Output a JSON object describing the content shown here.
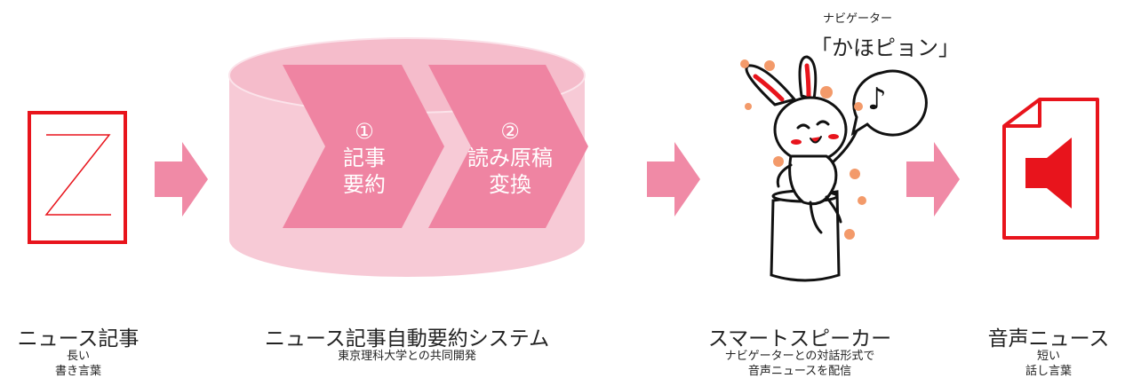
{
  "colors": {
    "accent_red": "#e8141c",
    "arrow_pink": "#f08aa6",
    "chevron_pink": "#ef84a2",
    "cylinder_fill": "#f7cad6",
    "cylinder_top": "#f5bccb"
  },
  "steps": [
    {
      "number": "①",
      "line1": "記事",
      "line2": "要約"
    },
    {
      "number": "②",
      "line1": "読み原稿",
      "line2": "変換"
    }
  ],
  "navigator": {
    "label": "ナビゲーター",
    "name": "「かほピョン」",
    "note": "♪"
  },
  "captions": {
    "article": {
      "title": "ニュース記事",
      "line1": "長い",
      "line2": "書き言葉"
    },
    "system": {
      "title": "ニュース記事自動要約システム",
      "line1": "東京理科大学との共同開発"
    },
    "speaker": {
      "title": "スマートスピーカー",
      "line1": "ナビゲーターとの対話形式で",
      "line2": "音声ニュースを配信"
    },
    "audio": {
      "title": "音声ニュース",
      "line1": "短い",
      "line2": "話し言葉"
    }
  },
  "icons": {
    "document": "document-icon",
    "audio_file": "speaker-file-icon",
    "mascot": "rabbit-mascot-icon"
  }
}
